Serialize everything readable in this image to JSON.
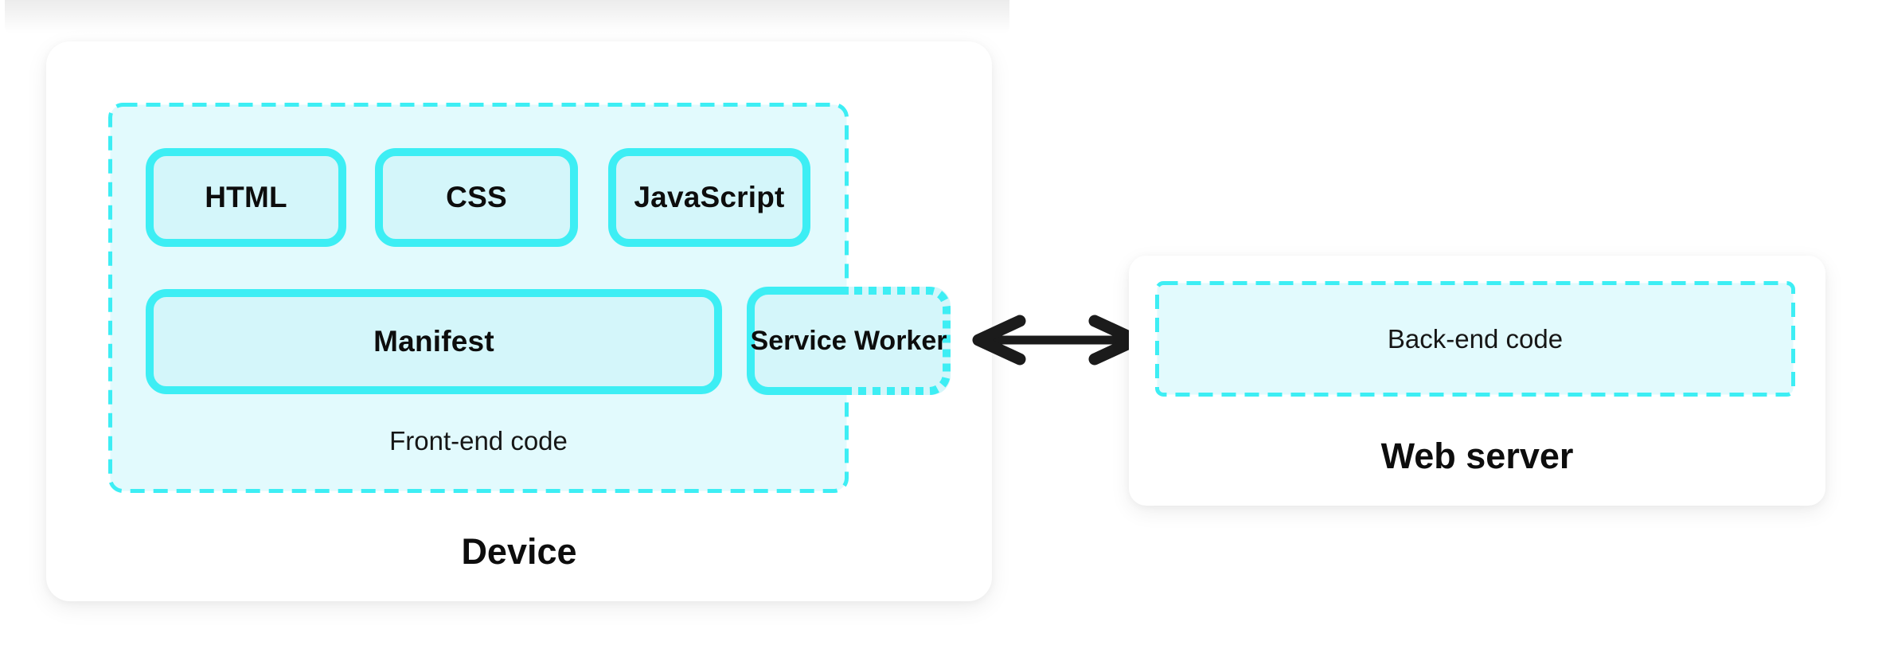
{
  "palette": {
    "cyan": "#3DEEF4",
    "box_fill": "#D4F6FA",
    "container_fill": "#E2FAFD",
    "card_bg": "#FFFFFF",
    "page_bg": "#FFFFFF",
    "text": "#0D0D0D",
    "arrow": "#1B1B1B"
  },
  "diagram": {
    "device": {
      "label": "Device",
      "frontend": {
        "label": "Front-end code",
        "boxes": [
          {
            "label": "HTML"
          },
          {
            "label": "CSS"
          },
          {
            "label": "JavaScript"
          },
          {
            "label": "Manifest"
          },
          {
            "label": "Service Worker"
          }
        ]
      }
    },
    "server": {
      "label": "Web server",
      "backend": {
        "label": "Back-end code"
      }
    }
  }
}
